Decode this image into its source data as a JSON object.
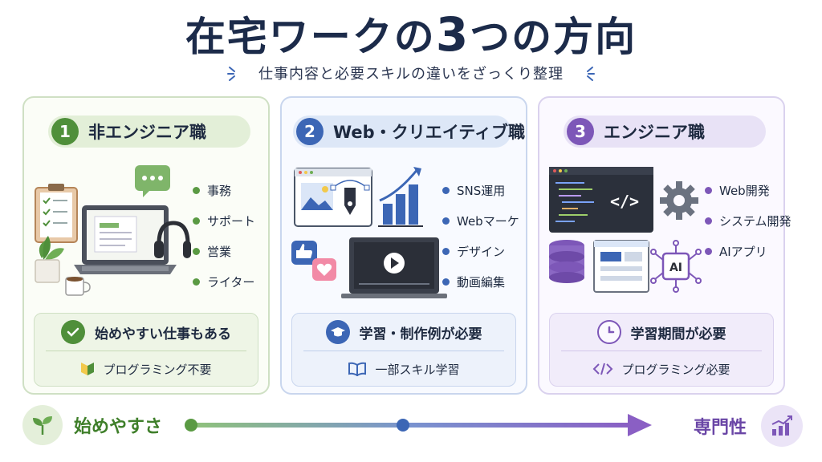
{
  "header": {
    "title_pre": "在宅ワークの",
    "title_num": "3",
    "title_post": "つの方向",
    "subtitle": "仕事内容と必要スキルの違いをざっくり整理"
  },
  "cards": [
    {
      "number": "1",
      "title": "非エンジニア職",
      "items": [
        "事務",
        "サポート",
        "営業",
        "ライター"
      ],
      "highlight": "始めやすい仕事もある",
      "note": "プログラミング不要",
      "accent": "#4f8f3a"
    },
    {
      "number": "2",
      "title": "Web・クリエイティブ職",
      "items": [
        "SNS運用",
        "Webマーケ",
        "デザイン",
        "動画編集"
      ],
      "highlight": "学習・制作例が必要",
      "note": "一部スキル学習",
      "accent": "#3c66b5"
    },
    {
      "number": "3",
      "title": "エンジニア職",
      "items": [
        "Web開発",
        "システム開発",
        "AIアプリ"
      ],
      "highlight": "学習期間が必要",
      "note": "プログラミング必要",
      "accent": "#7d57b8",
      "ai_label": "AI",
      "code_label": "</>"
    }
  ],
  "scale": {
    "left_label": "始めやすさ",
    "right_label": "専門性"
  }
}
